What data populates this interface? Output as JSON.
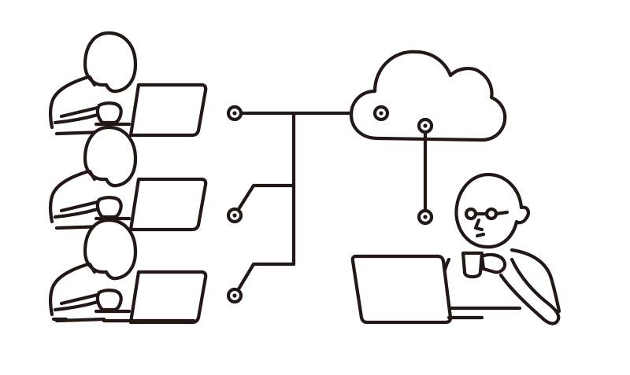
{
  "illustration": {
    "line_color": "#231815",
    "background_color": "#ffffff",
    "subjects": {
      "left_workers": 3,
      "right_worker": 1,
      "cloud": 1
    },
    "icons": [
      "cloud-icon",
      "laptop-icon",
      "person-icon",
      "coffee-cup-icon",
      "glasses-icon",
      "network-node-icon"
    ]
  }
}
